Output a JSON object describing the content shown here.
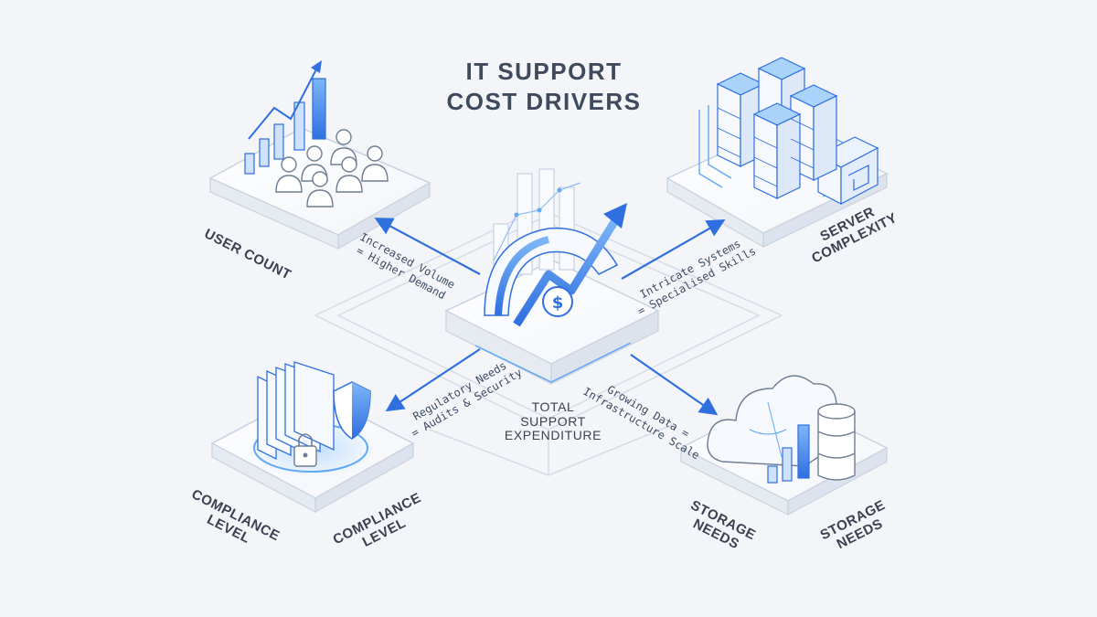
{
  "title": {
    "line1": "IT SUPPORT",
    "line2": "COST DRIVERS"
  },
  "center": {
    "label_lines": [
      "TOTAL",
      "SUPPORT",
      "EXPENDITURE"
    ],
    "icon": "gauge-dollar-icon"
  },
  "drivers": {
    "user_count": {
      "label": "USER COUNT",
      "relation_lines": [
        "Increased Volume",
        "= Higher Demand"
      ],
      "icon": "users-growth-icon"
    },
    "server_complexity": {
      "label_lines": [
        "SERVER",
        "COMPLEXITY"
      ],
      "relation_lines": [
        "Intricate Systems",
        "= Specialised Skills"
      ],
      "icon": "server-stack-icon"
    },
    "compliance_level": {
      "label_lines": [
        "COMPLIANCE",
        "LEVEL"
      ],
      "duplicate_label_lines": [
        "COMPLIANCE",
        "LEVEL"
      ],
      "relation_lines": [
        "Regulatory Needs",
        "= Audits & Security"
      ],
      "icon": "shield-lock-folder-icon"
    },
    "storage_needs": {
      "label_lines": [
        "STORAGE",
        "NEEDS"
      ],
      "duplicate_label_lines": [
        "STORAGE",
        "NEEDS"
      ],
      "relation_lines": [
        "Growing Data =",
        "Infrastructure Scale"
      ],
      "icon": "cloud-database-icon"
    }
  },
  "colors": {
    "accent": "#2f6fe0",
    "accent_light": "#5fa8f5",
    "platform": "#ffffff",
    "outline": "#c9d2df",
    "text": "#3a4150"
  }
}
